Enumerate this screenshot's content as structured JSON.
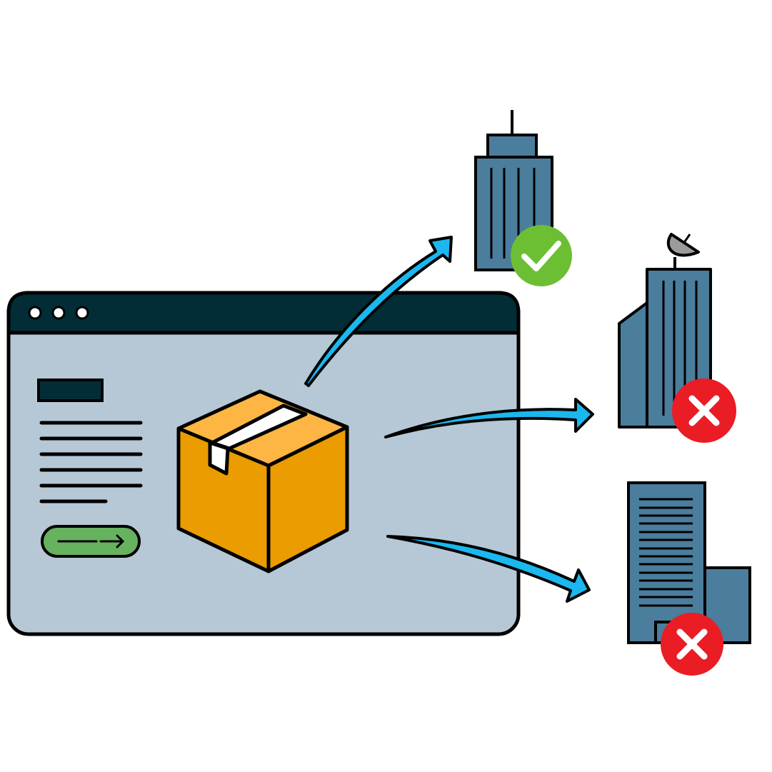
{
  "colors": {
    "outline": "#000000",
    "window_bar": "#022d37",
    "window_body": "#b6c8d5",
    "window_dot": "#ffffff",
    "placeholder_block": "#022d37",
    "text_lines": "#000000",
    "button_fill": "#66b25e",
    "box_front": "#ea9c00",
    "box_top": "#fdb544",
    "box_tape": "#ffffff",
    "arrow": "#1ab8ee",
    "building": "#4b7d9c",
    "dish": "#9b9b9b",
    "status_ok": "#6cbf32",
    "status_fail": "#ea1c24",
    "status_mark": "#ffffff"
  },
  "window": {
    "controls": [
      "dot-icon",
      "dot-icon",
      "dot-icon"
    ],
    "content_lines": 6
  },
  "destinations": [
    {
      "name": "skyscraper-building",
      "status": "success",
      "status_icon": "checkmark-icon"
    },
    {
      "name": "antenna-building",
      "status": "failure",
      "status_icon": "cross-icon"
    },
    {
      "name": "office-building",
      "status": "failure",
      "status_icon": "cross-icon"
    }
  ]
}
